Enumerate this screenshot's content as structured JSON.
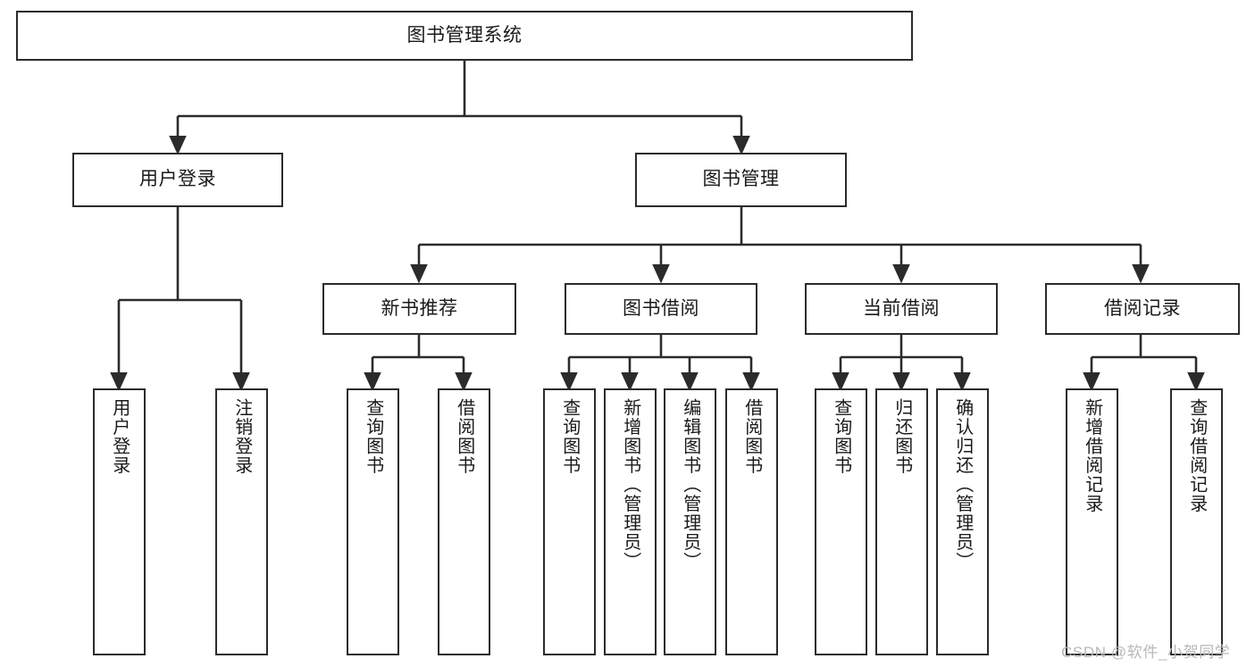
{
  "diagram": {
    "title": "图书管理系统",
    "type": "tree-hierarchy-chart",
    "root": {
      "label": "图书管理系统"
    },
    "level2": [
      {
        "label": "用户登录"
      },
      {
        "label": "图书管理"
      }
    ],
    "level3": [
      {
        "label": "新书推荐"
      },
      {
        "label": "图书借阅"
      },
      {
        "label": "当前借阅"
      },
      {
        "label": "借阅记录"
      }
    ],
    "leaves": {
      "user_login": [
        {
          "label": "用户登录"
        },
        {
          "label": "注销登录"
        }
      ],
      "new_book_recommend": [
        {
          "label": "查询图书"
        },
        {
          "label": "借阅图书"
        }
      ],
      "book_borrow": [
        {
          "label": "查询图书"
        },
        {
          "label": "新增图书（管理员）"
        },
        {
          "label": "编辑图书（管理员）"
        },
        {
          "label": "借阅图书"
        }
      ],
      "current_borrow": [
        {
          "label": "查询图书"
        },
        {
          "label": "归还图书"
        },
        {
          "label": "确认归还（管理员）"
        }
      ],
      "borrow_record": [
        {
          "label": "新增借阅记录"
        },
        {
          "label": "查询借阅记录"
        }
      ]
    }
  },
  "watermark": {
    "text": "CSDN @软件_小贺同学"
  },
  "colors": {
    "stroke": "#2b2b2b",
    "fill": "#ffffff",
    "text": "#1a1a1a",
    "watermark": "#b8b8b8"
  }
}
